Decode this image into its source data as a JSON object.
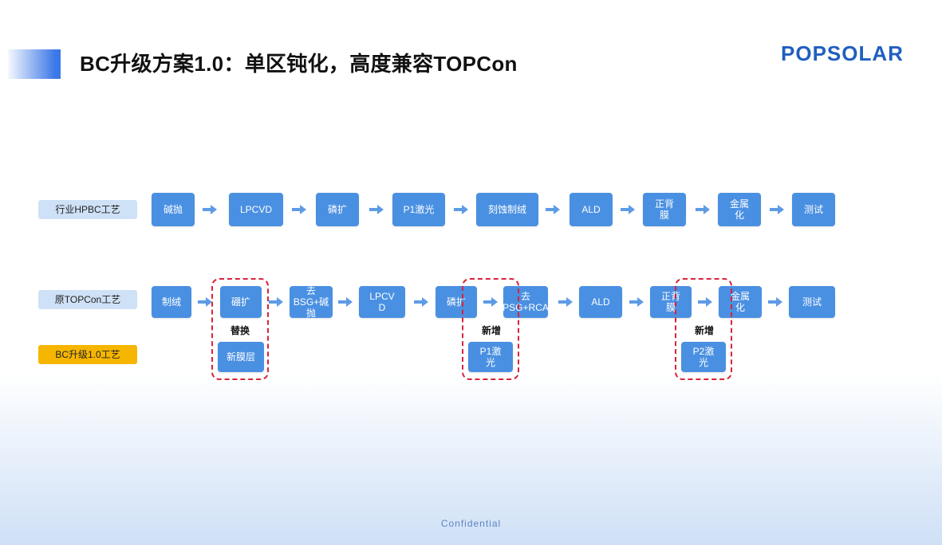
{
  "header": {
    "title": "BC升级方案1.0：单区钝化，高度兼容TOPCon",
    "logo": "POPSOLAR"
  },
  "rows": {
    "hpbc_label": "行业HPBC工艺",
    "topcon_label": "原TOPCon工艺",
    "bc_label": "BC升级1.0工艺"
  },
  "hpbc_steps": [
    "碱抛",
    "LPCVD",
    "磷扩",
    "P1激光",
    "刻蚀制绒",
    "ALD",
    "正背膜",
    "金属化",
    "测试"
  ],
  "topcon_steps": [
    "制绒",
    "硼扩",
    "去BSG+碱抛",
    "LPCVD",
    "磷扩",
    "去PSG+RCA",
    "ALD",
    "正背膜",
    "金属化",
    "测试"
  ],
  "bc_steps": {
    "replace_note": "替换",
    "new_layer": "新膜层",
    "add_note_1": "新增",
    "p1_laser": "P1激光",
    "add_note_2": "新增",
    "p2_laser": "P2激光"
  },
  "footer": "Confidential",
  "colors": {
    "box": "#4a90e2",
    "arrow": "#5e9be6",
    "highlight": "#d9233a",
    "bc_label": "#f6b600"
  }
}
